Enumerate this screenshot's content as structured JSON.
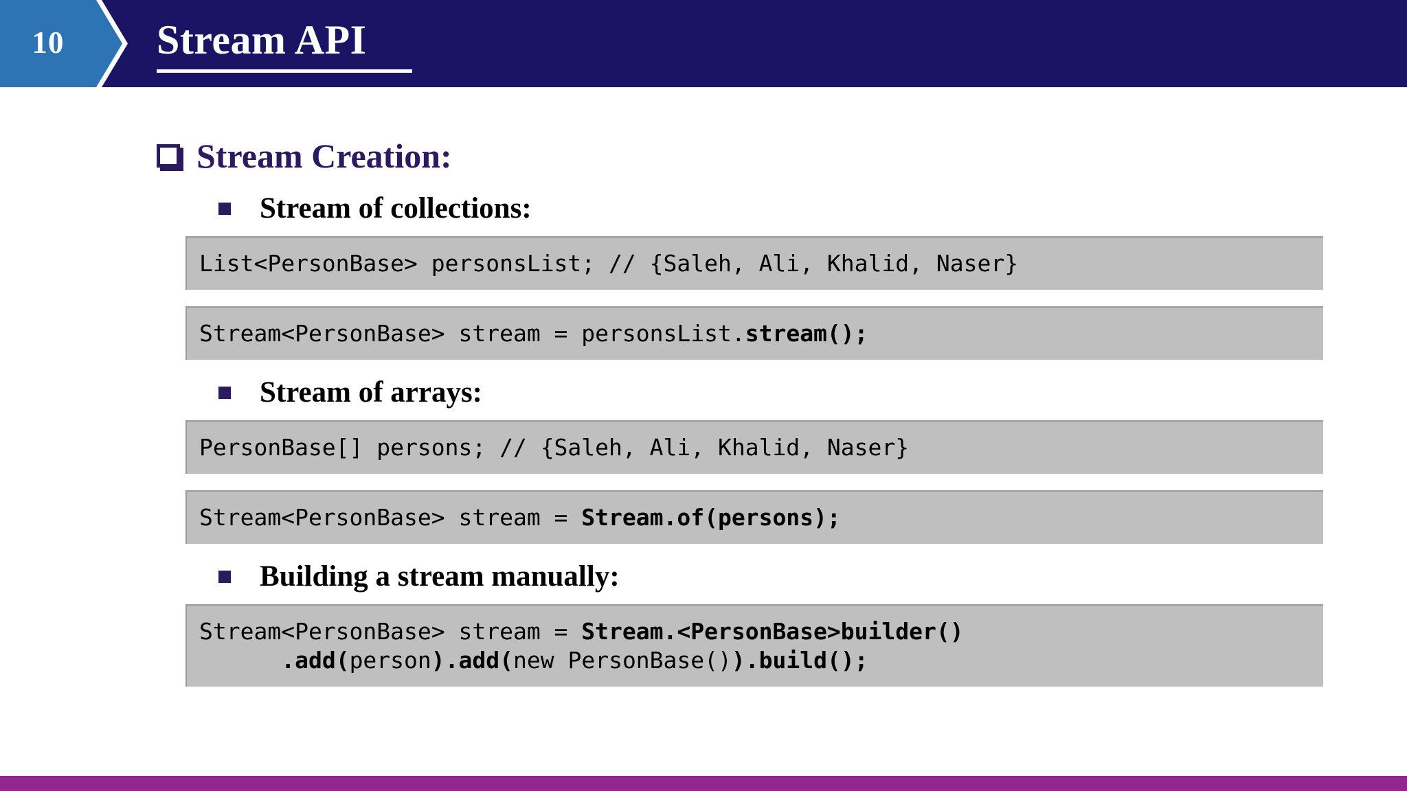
{
  "header": {
    "slide_number": "10",
    "title": "Stream API",
    "chevron_color": "#2e74b5",
    "banner_color": "#1b1464"
  },
  "main": {
    "heading": "Stream Creation:",
    "heading_bullet_icon": "checkbox-outline-icon",
    "sections": [
      {
        "bullet_icon": "square-bullet-icon",
        "label": "Stream of collections:",
        "code_blocks": [
          {
            "lines": [
              [
                {
                  "text": "List<PersonBase> personsList; // {Saleh, Ali, Khalid, Naser}",
                  "bold": false
                }
              ]
            ]
          },
          {
            "lines": [
              [
                {
                  "text": "Stream<PersonBase> stream = personsList.",
                  "bold": false
                },
                {
                  "text": "stream();",
                  "bold": true
                }
              ]
            ]
          }
        ]
      },
      {
        "bullet_icon": "square-bullet-icon",
        "label": "Stream of arrays:",
        "code_blocks": [
          {
            "lines": [
              [
                {
                  "text": "PersonBase[] persons; // {Saleh, Ali, Khalid, Naser}",
                  "bold": false
                }
              ]
            ]
          },
          {
            "lines": [
              [
                {
                  "text": "Stream<PersonBase> stream = ",
                  "bold": false
                },
                {
                  "text": "Stream.of(persons);",
                  "bold": true
                }
              ]
            ]
          }
        ]
      },
      {
        "bullet_icon": "square-bullet-icon",
        "label": "Building a stream manually:",
        "code_blocks": [
          {
            "lines": [
              [
                {
                  "text": "Stream<PersonBase> stream = ",
                  "bold": false
                },
                {
                  "text": "Stream.<PersonBase>builder()",
                  "bold": true
                }
              ],
              [
                {
                  "text": "      ",
                  "bold": false
                },
                {
                  "text": ".add(",
                  "bold": true
                },
                {
                  "text": "person",
                  "bold": false
                },
                {
                  "text": ").add(",
                  "bold": true
                },
                {
                  "text": "new PersonBase()",
                  "bold": false
                },
                {
                  "text": ").build();",
                  "bold": true
                }
              ]
            ]
          }
        ]
      }
    ]
  },
  "footer": {
    "bar_color": "#92278f"
  },
  "colors": {
    "heading_text": "#2b1a60",
    "code_background": "#bfbfbf",
    "slide_background": "#ffffff"
  }
}
